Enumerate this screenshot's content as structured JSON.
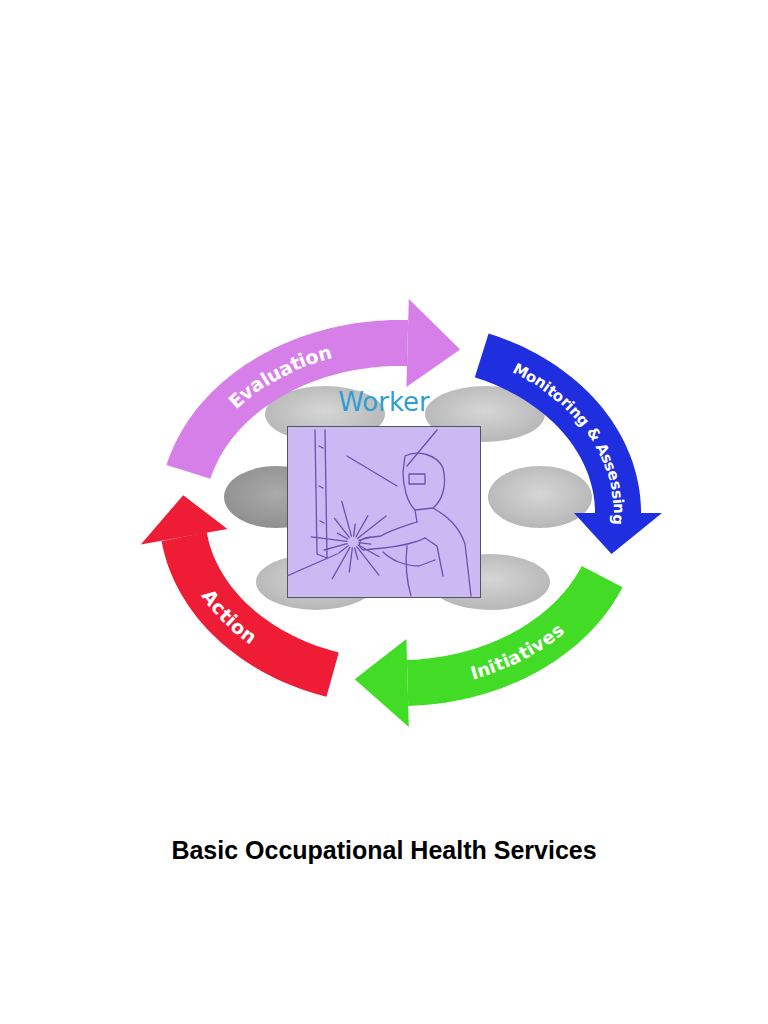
{
  "diagram": {
    "title": "Basic Occupational Health Services",
    "nodes": [
      {
        "text": [
          "Evaluation"
        ]
      },
      {
        "text": [
          "Monitoring & Assessing"
        ]
      },
      {
        "text": [
          "Worker"
        ]
      },
      {
        "text": [
          "Action"
        ]
      },
      {
        "text": [
          "Initiatives"
        ]
      }
    ]
  }
}
